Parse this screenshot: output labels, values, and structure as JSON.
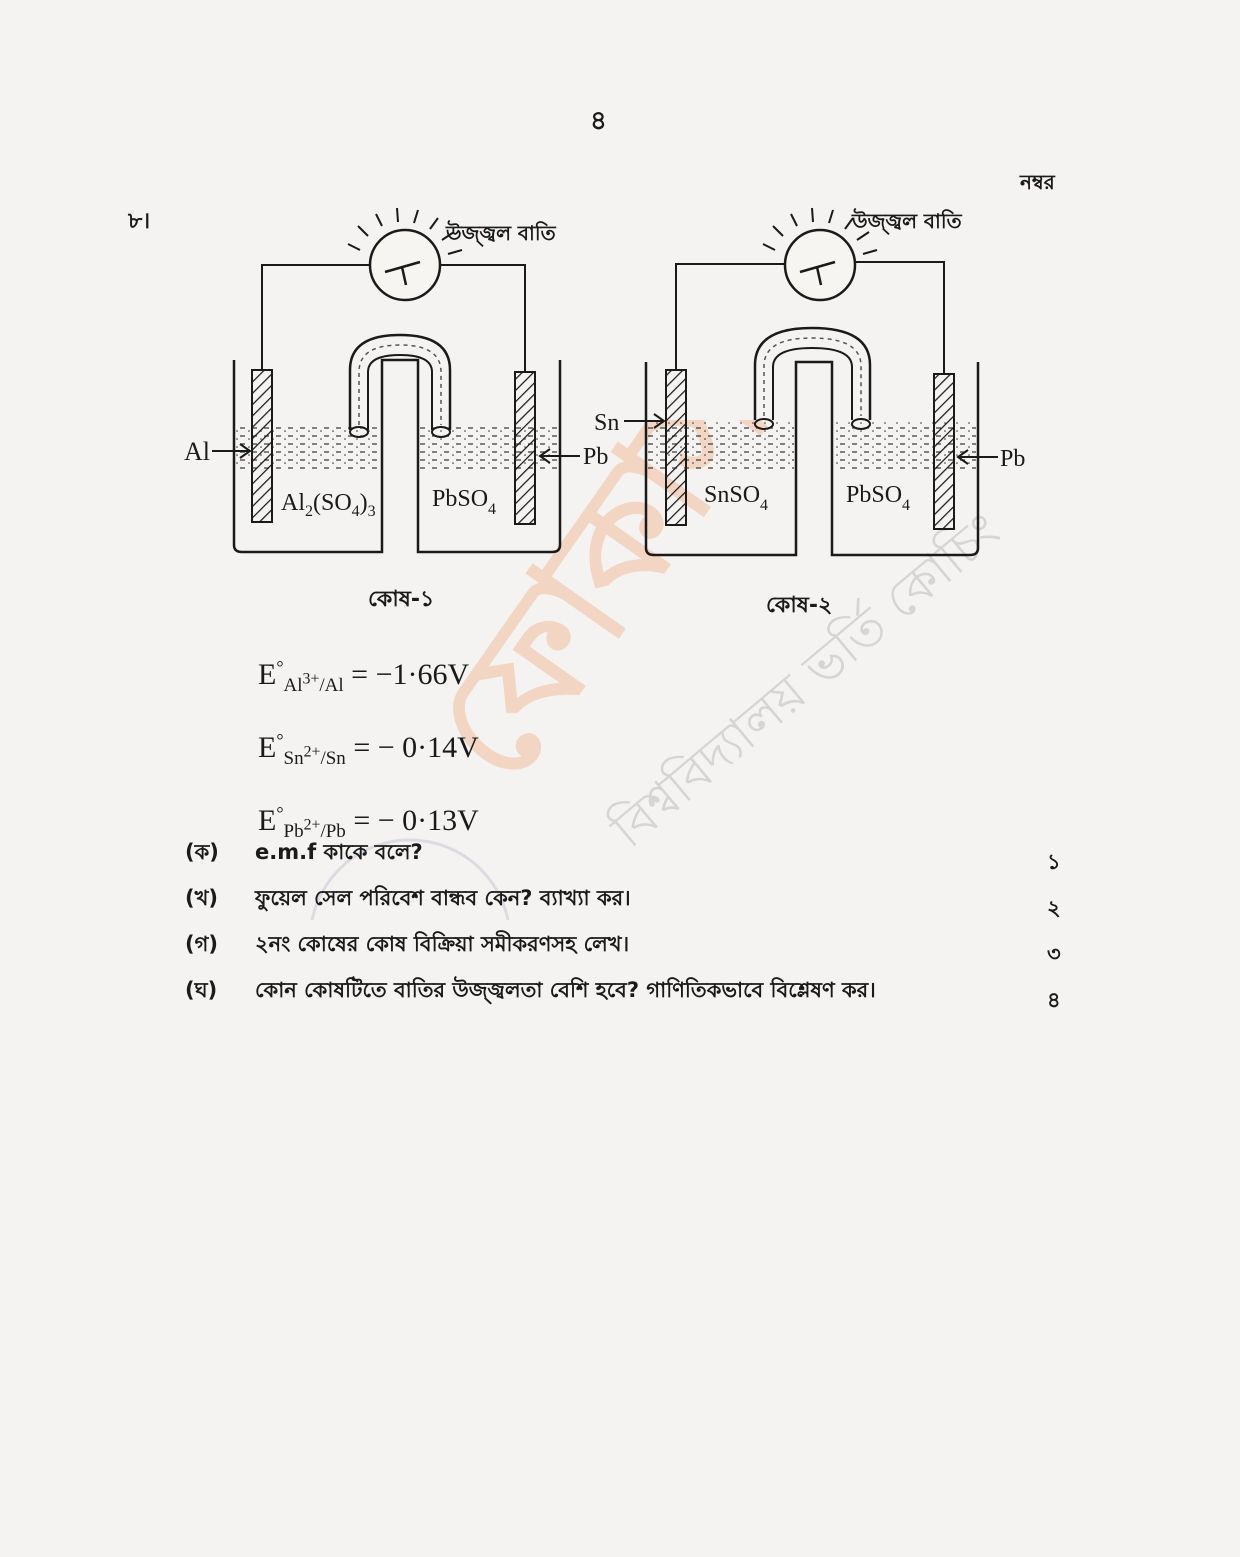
{
  "header": {
    "page_number": "৪",
    "marks_label": "নম্বর"
  },
  "question": {
    "number": "৮।",
    "cell1": {
      "bulb_label": "উজ্জ্বল বাতি",
      "left_electrode": "Al",
      "right_electrode": "Pb",
      "left_solution_main": "Al",
      "left_solution_sub1": "2",
      "left_solution_mid": "(SO",
      "left_solution_sub2": "4",
      "left_solution_end": ")",
      "left_solution_sub3": "3",
      "right_solution_main": "PbSO",
      "right_solution_sub": "4",
      "caption": "কোষ-১"
    },
    "cell2": {
      "bulb_label": "উজ্জ্বল বাতি",
      "left_electrode": "Sn",
      "right_electrode": "Pb",
      "left_solution_main": "SnSO",
      "left_solution_sub": "4",
      "right_solution_main": "PbSO",
      "right_solution_sub": "4",
      "caption": "কোষ-২"
    },
    "potentials": [
      {
        "symbol": "E",
        "degree": "°",
        "couple": "Al",
        "charge": "3+",
        "metal": "/Al",
        "value": "= −1·66V"
      },
      {
        "symbol": "E",
        "degree": "°",
        "couple": "Sn",
        "charge": "2+",
        "metal": "/Sn",
        "value": "= − 0·14V"
      },
      {
        "symbol": "E",
        "degree": "°",
        "couple": "Pb",
        "charge": "2+",
        "metal": "/Pb",
        "value": "= − 0·13V"
      }
    ],
    "sub_questions": [
      {
        "label": "(ক)",
        "text": "e.m.f কাকে বলে?",
        "marks": "১"
      },
      {
        "label": "(খ)",
        "text": "ফুয়েল সেল পরিবেশ বান্ধব কেন? ব্যাখ্যা কর।",
        "marks": "২"
      },
      {
        "label": "(গ)",
        "text": "২নং কোষের কোষ বিক্রিয়া সমীকরণসহ লেখ।",
        "marks": "৩"
      },
      {
        "label": "(ঘ)",
        "text": "কোন কোষটিতে বাতির উজ্জ্বলতা বেশি হবে? গাণিতিকভাবে বিশ্লেষণ কর।",
        "marks": "৪"
      }
    ]
  },
  "watermark": {
    "main": "ফোকাস",
    "sub": "বিশ্ববিদ্যালয় ভর্তি কোচিং"
  }
}
